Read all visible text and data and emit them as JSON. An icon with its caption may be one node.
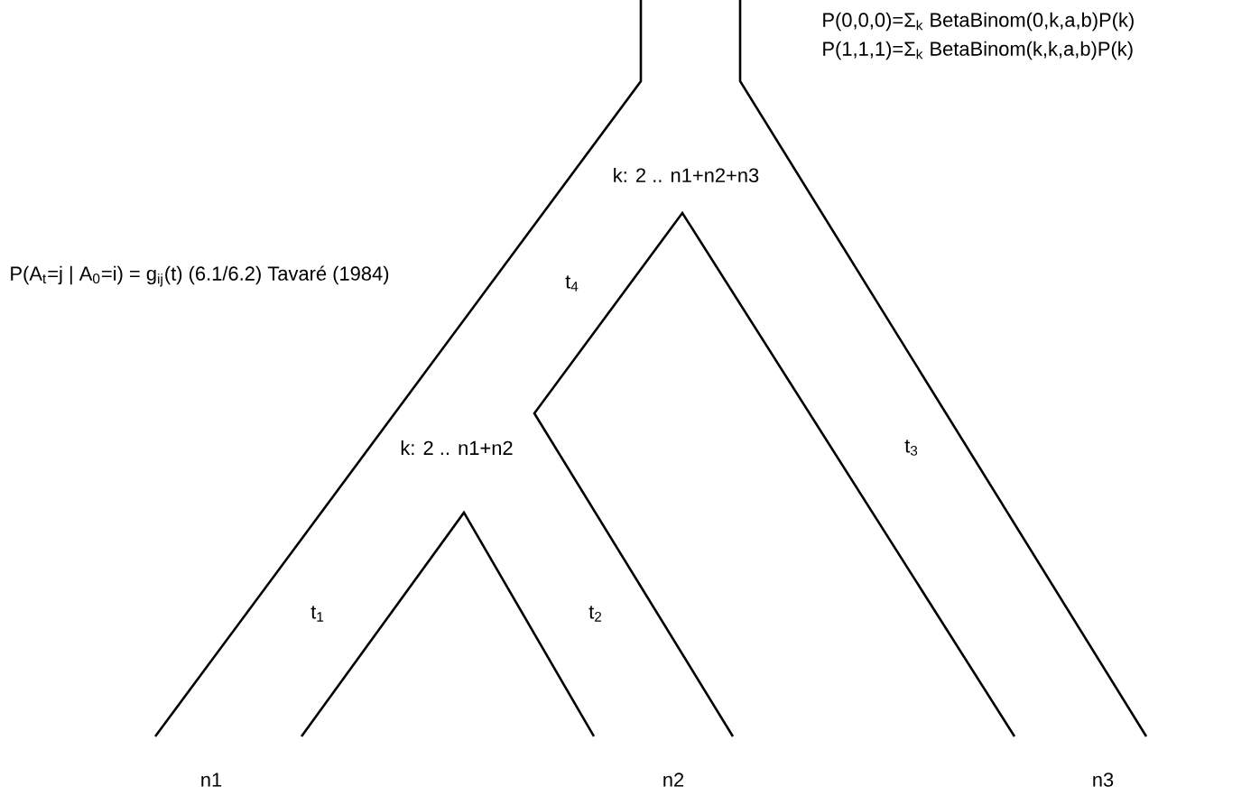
{
  "diagram": {
    "labels": [
      "P(0,0,0)=Σ$_{k}$ BetaBinom(0,k,a,b)P(k)",
      "P(1,1,1)=Σ$_{k}$ BetaBinom(k,k,a,b)P(k)",
      "k: 2 .. n1+n2+n3",
      "P(A$_{t}$=j | A$_{0}$=i) = g$_{ij}$(t) (6.1/6.2) Tavaré (1984)",
      "t$_{4}$",
      "k: 2 .. n1+n2",
      "t$_{3}$",
      "t$_{1}$",
      "t$_{2}$",
      "n1",
      "n2",
      "n3"
    ]
  }
}
